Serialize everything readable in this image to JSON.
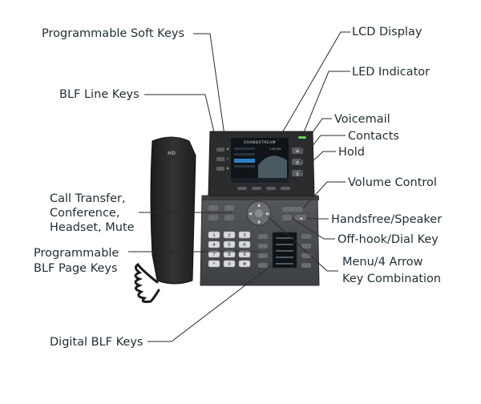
{
  "brand": "GRANDSTREAM",
  "handset_badge": "HD",
  "lcd": {
    "clock": "1:58 PM"
  },
  "keypad": [
    "1",
    "2",
    "3",
    "4",
    "5",
    "6",
    "7",
    "8",
    "9",
    "*",
    "0",
    "#"
  ],
  "callouts": {
    "programmable_soft_keys": "Programmable Soft Keys",
    "lcd_display": "LCD Display",
    "led_indicator": "LED Indicator",
    "blf_line_keys": "BLF Line Keys",
    "voicemail": "Voicemail",
    "contacts": "Contacts",
    "hold": "Hold",
    "volume_control": "Volume Control",
    "call_transfer": [
      "Call Transfer,",
      "Conference,",
      "Headset, Mute"
    ],
    "handsfree_speaker": "Handsfree/Speaker",
    "offhook_dial": "Off-hook/Dial Key",
    "programmable_blf_page": [
      "Programmable",
      "BLF Page Keys"
    ],
    "menu_arrow": [
      "Menu/4 Arrow",
      "Key Combination"
    ],
    "digital_blf_keys": "Digital BLF Keys"
  },
  "colors": {
    "body": "#4a4d50",
    "body_dark": "#2e3032",
    "handset": "#262626",
    "lcd_blue": "#2f7fc8",
    "led_green": "#6fcf4f",
    "label_text": "#1f2d33"
  }
}
